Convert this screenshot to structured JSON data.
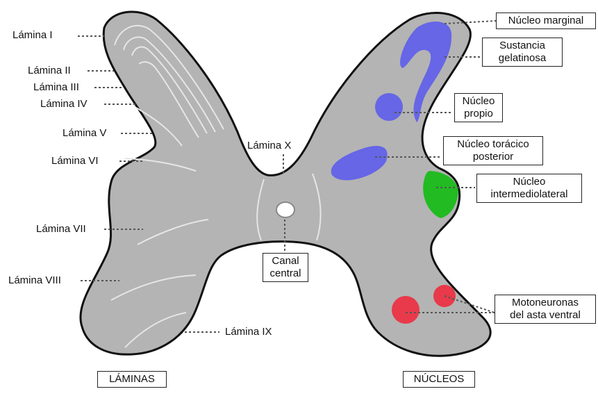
{
  "laminas": {
    "heading": "LÁMINAS",
    "items": [
      "Lámina I",
      "Lámina II",
      "Lámina III",
      "Lámina IV",
      "Lámina V",
      "Lámina VI",
      "Lámina VII",
      "Lámina VIII",
      "Lámina IX",
      "Lámina X"
    ]
  },
  "nucleos": {
    "heading": "NÚCLEOS",
    "marginal": "Núcleo marginal",
    "gelatinosa": [
      "Sustancia",
      "gelatinosa"
    ],
    "propio": [
      "Núcleo",
      "propio"
    ],
    "toracico": [
      "Núcleo torácico",
      "posterior"
    ],
    "intermedio": [
      "Núcleo",
      "intermediolateral"
    ],
    "motoneuronas": [
      "Motoneuronas",
      "del asta ventral"
    ]
  },
  "canal": [
    "Canal",
    "central"
  ],
  "colors": {
    "gray_matter": "#b4b4b4",
    "outline": "#111111",
    "lamina_lines": "#e6e6e6",
    "sensory_nuclei": "#6666e6",
    "intermediolateral": "#22bb22",
    "motor": "#e83a4a"
  }
}
